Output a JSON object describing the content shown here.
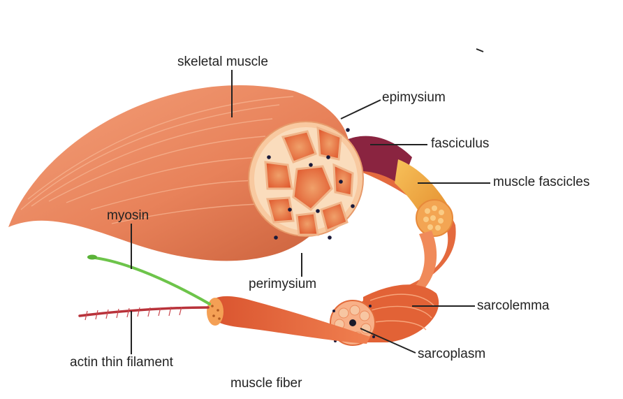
{
  "diagram": {
    "labels": {
      "skeletal_muscle": "skeletal muscle",
      "epimysium": "epimysium",
      "fasciculus": "fasciculus",
      "muscle_fascicles": "muscle fascicles",
      "myosin": "myosin",
      "perimysium": "perimysium",
      "sarcolemma": "sarcolemma",
      "sarcoplasm": "sarcoplasm",
      "actin_thin_filament": "actin thin filament",
      "muscle_fiber": "muscle fiber"
    },
    "colors": {
      "muscle": "#e8825a",
      "muscle_dark": "#c95f3a",
      "muscle_light": "#f6a57e",
      "fascicle_fill": "#e0592e",
      "fascicle_cell": "#f4b079",
      "cross_section_bg": "#f8c9a0",
      "fasciculus_purple": "#8a2440",
      "fascicle_yellow": "#f0a43a",
      "myosin_green": "#6dc44a",
      "actin_red": "#b8323a",
      "leader_line": "#222222"
    }
  }
}
